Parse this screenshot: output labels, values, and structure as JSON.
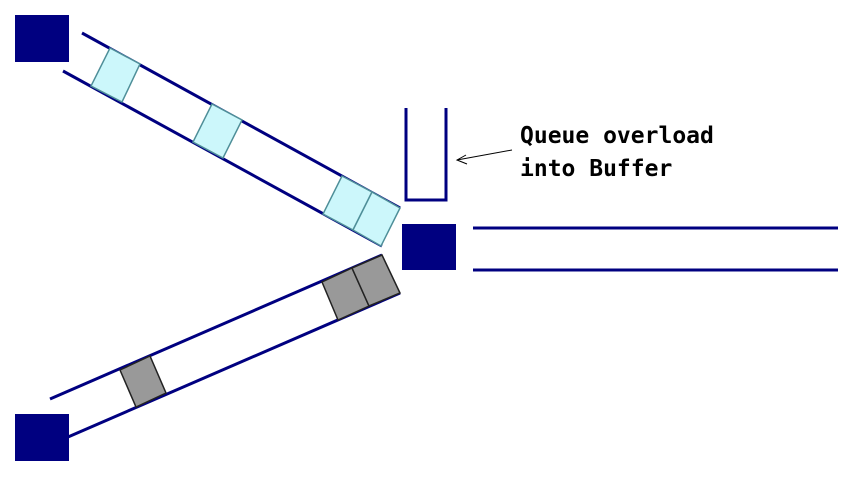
{
  "annotation": {
    "lines": [
      "Queue overload",
      "into Buffer"
    ]
  },
  "colors": {
    "node": "#000080",
    "link": "#000080",
    "packet_top": "#ccf7fb",
    "packet_top_border": "#4f8f99",
    "packet_bottom": "#999999",
    "packet_bottom_border": "#222222",
    "buffer": "#000080",
    "arrow": "#000000"
  },
  "queues": {
    "top_link_packets": 4,
    "bottom_link_packets": 3
  }
}
